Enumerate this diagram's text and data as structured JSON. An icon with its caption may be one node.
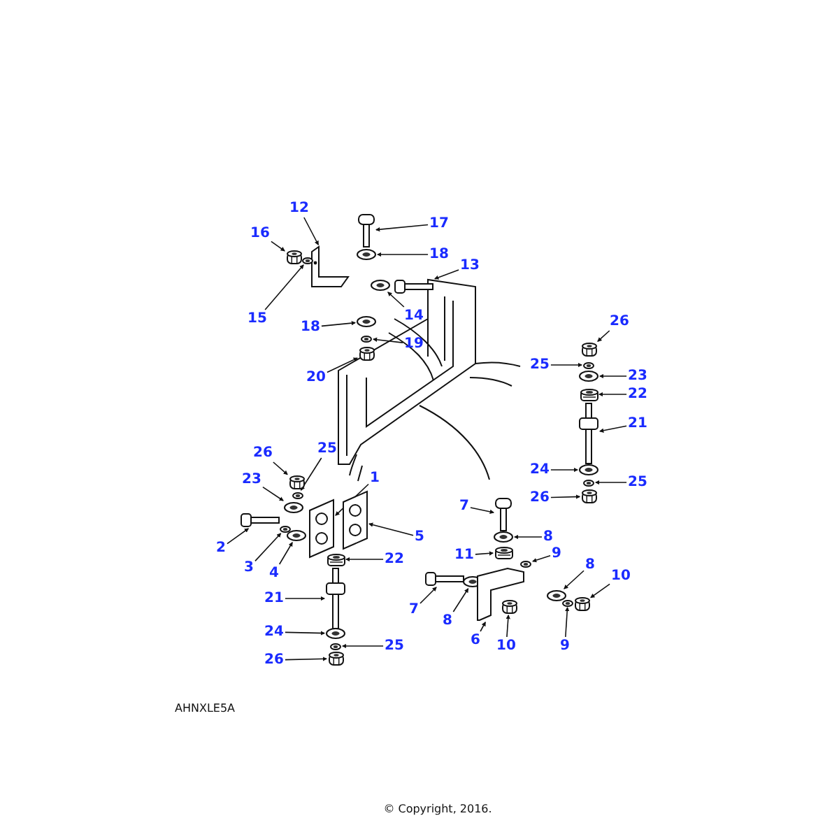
{
  "diagram": {
    "nodes": [
      {
        "text": [
          "12"
        ]
      },
      {
        "text": [
          "16"
        ]
      },
      {
        "text": [
          "17"
        ]
      },
      {
        "text": [
          "18"
        ]
      },
      {
        "text": [
          "13"
        ]
      },
      {
        "text": [
          "15"
        ]
      },
      {
        "text": [
          "14"
        ]
      },
      {
        "text": [
          "18"
        ]
      },
      {
        "text": [
          "19"
        ]
      },
      {
        "text": [
          "20"
        ]
      },
      {
        "text": [
          "26"
        ]
      },
      {
        "text": [
          "25"
        ]
      },
      {
        "text": [
          "23"
        ]
      },
      {
        "text": [
          "22"
        ]
      },
      {
        "text": [
          "21"
        ]
      },
      {
        "text": [
          "24"
        ]
      },
      {
        "text": [
          "25"
        ]
      },
      {
        "text": [
          "26"
        ]
      },
      {
        "text": [
          "26"
        ]
      },
      {
        "text": [
          "25"
        ]
      },
      {
        "text": [
          "23"
        ]
      },
      {
        "text": [
          "1"
        ]
      },
      {
        "text": [
          "2"
        ]
      },
      {
        "text": [
          "3"
        ]
      },
      {
        "text": [
          "4"
        ]
      },
      {
        "text": [
          "5"
        ]
      },
      {
        "text": [
          "22"
        ]
      },
      {
        "text": [
          "21"
        ]
      },
      {
        "text": [
          "24"
        ]
      },
      {
        "text": [
          "25"
        ]
      },
      {
        "text": [
          "26"
        ]
      },
      {
        "text": [
          "7"
        ]
      },
      {
        "text": [
          "8"
        ]
      },
      {
        "text": [
          "11"
        ]
      },
      {
        "text": [
          "9"
        ]
      },
      {
        "text": [
          "8"
        ]
      },
      {
        "text": [
          "10"
        ]
      },
      {
        "text": [
          "7"
        ]
      },
      {
        "text": [
          "8"
        ]
      },
      {
        "text": [
          "6"
        ]
      },
      {
        "text": [
          "10"
        ]
      },
      {
        "text": [
          "9"
        ]
      },
      {
        "text": [],
        "shape": "picture"
      },
      {
        "text": [],
        "shape": "picture"
      },
      {
        "text": [],
        "shape": "picture"
      },
      {
        "text": [],
        "shape": "picture"
      },
      {
        "text": [],
        "shape": "picture"
      },
      {
        "text": [],
        "shape": "picture"
      },
      {
        "text": [],
        "shape": "picture"
      },
      {
        "text": [],
        "shape": "picture"
      },
      {
        "text": [],
        "shape": "picture"
      },
      {
        "text": [],
        "shape": "picture"
      },
      {
        "text": [],
        "shape": "picture"
      },
      {
        "text": [],
        "shape": "picture"
      },
      {
        "text": [],
        "shape": "picture"
      },
      {
        "text": [],
        "shape": "picture"
      },
      {
        "text": [],
        "shape": "picture"
      },
      {
        "text": [],
        "shape": "picture"
      },
      {
        "text": [],
        "shape": "picture"
      },
      {
        "text": [],
        "shape": "picture"
      },
      {
        "text": [],
        "shape": "picture"
      },
      {
        "text": [],
        "shape": "picture"
      },
      {
        "text": [],
        "shape": "picture"
      },
      {
        "text": [],
        "shape": "picture"
      },
      {
        "text": [],
        "shape": "picture"
      },
      {
        "text": [],
        "shape": "picture"
      },
      {
        "text": [],
        "shape": "picture"
      },
      {
        "text": [],
        "shape": "picture"
      },
      {
        "text": [],
        "shape": "picture"
      },
      {
        "text": [],
        "shape": "picture"
      },
      {
        "text": [],
        "shape": "picture"
      },
      {
        "text": [],
        "shape": "picture"
      },
      {
        "text": [],
        "shape": "picture"
      },
      {
        "text": [],
        "shape": "picture"
      },
      {
        "text": [],
        "shape": "picture"
      },
      {
        "text": [],
        "shape": "picture"
      },
      {
        "text": [],
        "shape": "picture"
      },
      {
        "text": [],
        "shape": "picture"
      },
      {
        "text": [],
        "shape": "picture"
      },
      {
        "text": [],
        "shape": "picture"
      },
      {
        "text": [],
        "shape": "picture"
      },
      {
        "text": [],
        "shape": "picture"
      },
      {
        "text": [],
        "shape": "picture"
      },
      {
        "text": [],
        "shape": "picture"
      }
    ],
    "edges": [
      {
        "from": 0,
        "to": 42,
        "arrow": "to"
      },
      {
        "from": 1,
        "to": 43,
        "arrow": "to"
      },
      {
        "from": 2,
        "to": 44,
        "arrow": "to"
      },
      {
        "from": 3,
        "to": 45,
        "arrow": "to"
      },
      {
        "from": 4,
        "to": 46,
        "arrow": "to"
      },
      {
        "from": 5,
        "to": 47,
        "arrow": "to"
      },
      {
        "from": 6,
        "to": 48,
        "arrow": "to"
      },
      {
        "from": 7,
        "to": 49,
        "arrow": "to"
      },
      {
        "from": 8,
        "to": 50,
        "arrow": "to"
      },
      {
        "from": 9,
        "to": 51,
        "arrow": "to"
      },
      {
        "from": 10,
        "to": 52,
        "arrow": "to"
      },
      {
        "from": 11,
        "to": 53,
        "arrow": "to"
      },
      {
        "from": 12,
        "to": 54,
        "arrow": "to"
      },
      {
        "from": 13,
        "to": 55,
        "arrow": "to"
      },
      {
        "from": 14,
        "to": 56,
        "arrow": "to"
      },
      {
        "from": 15,
        "to": 57,
        "arrow": "to"
      },
      {
        "from": 16,
        "to": 58,
        "arrow": "to"
      },
      {
        "from": 17,
        "to": 59,
        "arrow": "to"
      },
      {
        "from": 18,
        "to": 60,
        "arrow": "to"
      },
      {
        "from": 19,
        "to": 61,
        "arrow": "to"
      },
      {
        "from": 20,
        "to": 62,
        "arrow": "to"
      },
      {
        "from": 21,
        "to": 63,
        "arrow": "to"
      },
      {
        "from": 22,
        "to": 64,
        "arrow": "to"
      },
      {
        "from": 23,
        "to": 65,
        "arrow": "to"
      },
      {
        "from": 24,
        "to": 66,
        "arrow": "to"
      },
      {
        "from": 25,
        "to": 67,
        "arrow": "to"
      },
      {
        "from": 26,
        "to": 68,
        "arrow": "to"
      },
      {
        "from": 27,
        "to": 69,
        "arrow": "to"
      },
      {
        "from": 28,
        "to": 70,
        "arrow": "to"
      },
      {
        "from": 29,
        "to": 71,
        "arrow": "to"
      },
      {
        "from": 30,
        "to": 72,
        "arrow": "to"
      },
      {
        "from": 31,
        "to": 73,
        "arrow": "to"
      },
      {
        "from": 32,
        "to": 74,
        "arrow": "to"
      },
      {
        "from": 33,
        "to": 75,
        "arrow": "to"
      },
      {
        "from": 34,
        "to": 76,
        "arrow": "to"
      },
      {
        "from": 35,
        "to": 77,
        "arrow": "to"
      },
      {
        "from": 36,
        "to": 78,
        "arrow": "to"
      },
      {
        "from": 37,
        "to": 79,
        "arrow": "to"
      },
      {
        "from": 38,
        "to": 80,
        "arrow": "to"
      },
      {
        "from": 39,
        "to": 81,
        "arrow": "to"
      },
      {
        "from": 40,
        "to": 82,
        "arrow": "to"
      },
      {
        "from": 41,
        "to": 83,
        "arrow": "to"
      }
    ],
    "labels": [
      "AHNXLE5A",
      "© Copyright, 2016."
    ]
  }
}
